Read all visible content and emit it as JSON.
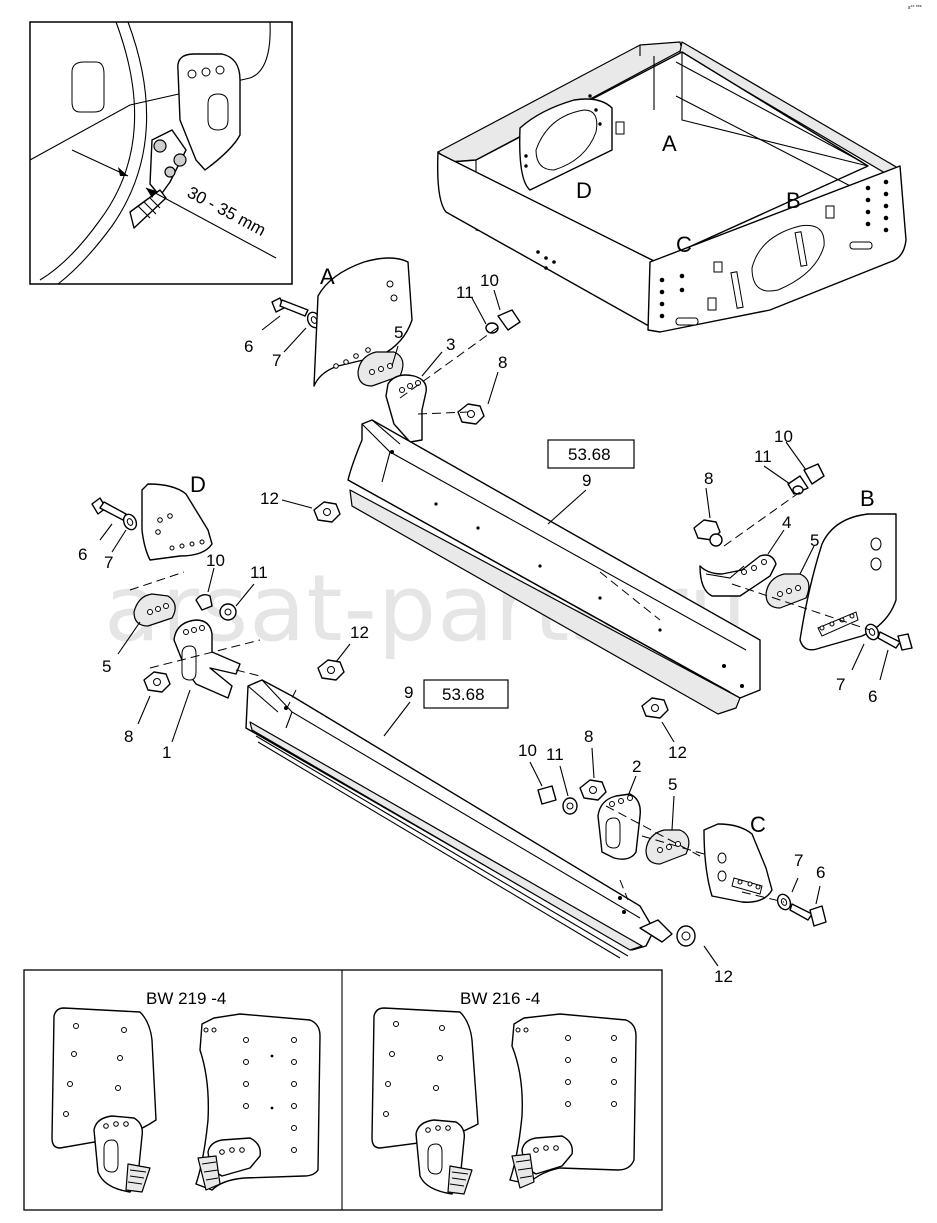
{
  "corner_mark": "s°° ***",
  "watermark": "arsat-parts.ru",
  "detail_inset": {
    "dimension": "30 - 35 mm"
  },
  "frame_views": {
    "A": "A",
    "B": "B",
    "C": "C",
    "D": "D"
  },
  "ref_boxes": {
    "upper": "53.68",
    "lower": "53.68"
  },
  "callouts": {
    "a_6": "6",
    "a_7": "7",
    "a_5": "5",
    "a_3": "3",
    "a_8": "8",
    "a_11": "11",
    "a_10": "10",
    "a_A": "A",
    "beam_upper_9": "9",
    "beam_upper_12_left": "12",
    "beam_upper_12_right": "12",
    "b_10": "10",
    "b_11": "11",
    "b_8": "8",
    "b_4": "4",
    "b_5": "5",
    "b_B": "B",
    "b_7": "7",
    "b_6": "6",
    "d_D": "D",
    "d_6": "6",
    "d_7": "7",
    "d_10": "10",
    "d_11": "11",
    "d_5": "5",
    "d_8": "8",
    "d_1": "1",
    "d_12": "12",
    "beam_lower_9": "9",
    "c_10": "10",
    "c_11": "11",
    "c_8": "8",
    "c_2": "2",
    "c_5": "5",
    "c_C": "C",
    "c_7": "7",
    "c_6": "6",
    "c_12": "12"
  },
  "variants": [
    {
      "label": "BW 219 -4"
    },
    {
      "label": "BW 216 -4"
    }
  ]
}
